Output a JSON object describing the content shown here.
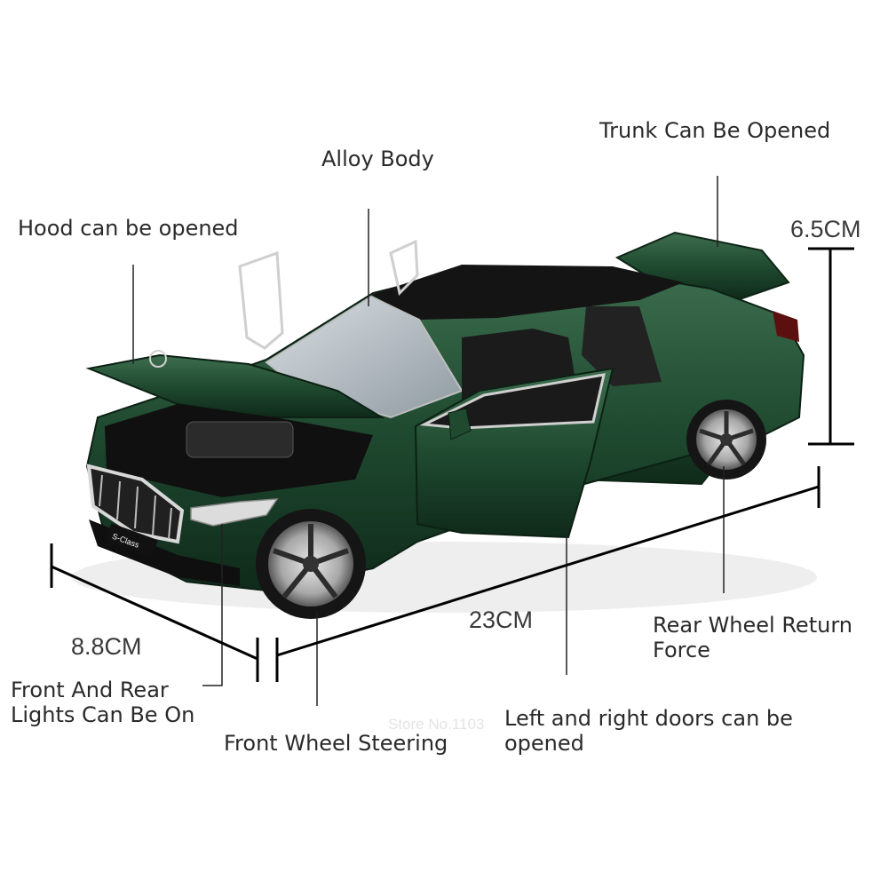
{
  "labels": {
    "trunk": "Trunk Can Be Opened",
    "alloy": "Alloy Body",
    "hood": "Hood can be opened",
    "rear_wheel_line1": "Rear Wheel Return",
    "rear_wheel_line2": "Force",
    "lights_line1": "Front And Rear",
    "lights_line2": "Lights Can Be On",
    "steering": "Front Wheel Steering",
    "doors_line1": "Left and right doors can be",
    "doors_line2": "opened"
  },
  "dimensions": {
    "height": "6.5CM",
    "length": "23CM",
    "width": "8.8CM"
  },
  "watermark": "Store No.1103",
  "badge": "S-Class",
  "colors": {
    "body": "#1f4a30",
    "body_dark": "#0f2a1a",
    "body_light": "#3d6e4e",
    "roof": "#141414",
    "text": "#2a2a2a",
    "line": "#111111"
  }
}
